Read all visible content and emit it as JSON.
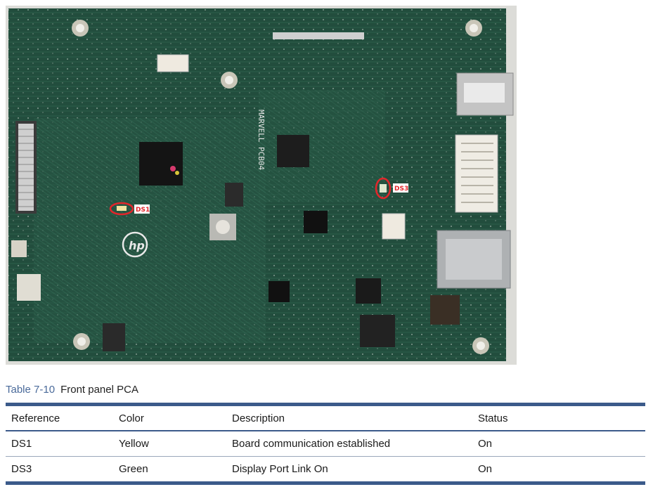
{
  "photo": {
    "callouts": [
      {
        "text": "DS1",
        "color": "#e3262b"
      },
      {
        "text": "DS3",
        "color": "#e3262b"
      }
    ],
    "board_color": "#1f4a3a"
  },
  "caption": {
    "label": "Table 7-10",
    "title": "Front panel PCA"
  },
  "table": {
    "headers": [
      "Reference",
      "Color",
      "Description",
      "Status"
    ],
    "rows": [
      [
        "DS1",
        "Yellow",
        "Board communication established",
        "On"
      ],
      [
        "DS3",
        "Green",
        "Display Port Link On",
        "On"
      ]
    ],
    "rule_color": "#3b5a8a"
  }
}
